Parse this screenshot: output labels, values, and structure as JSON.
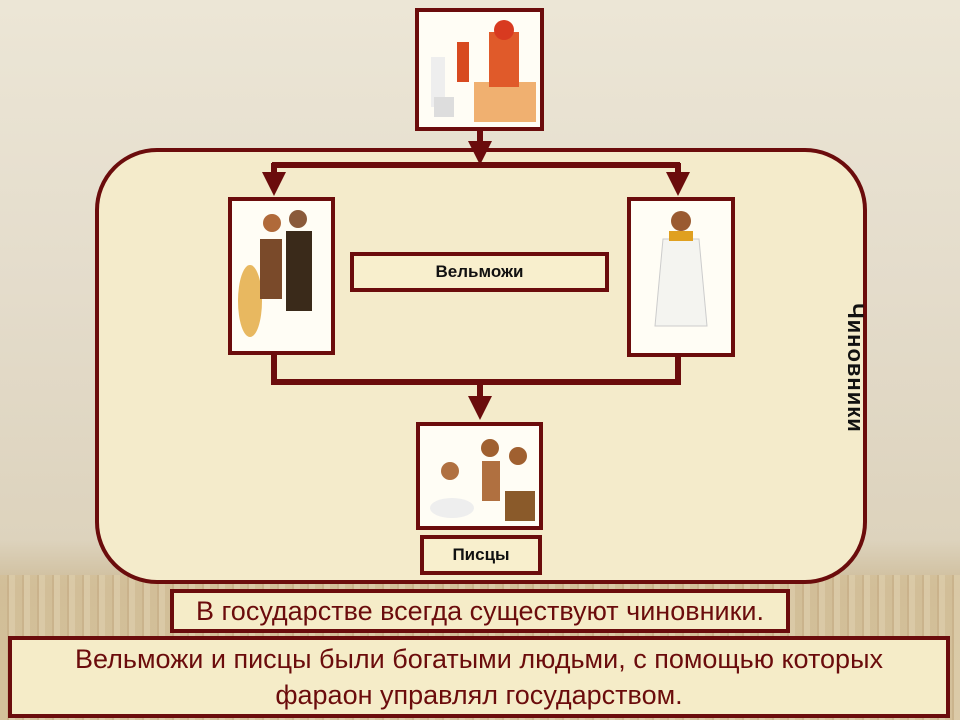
{
  "diagram": {
    "top_image": "pharaoh-on-throne",
    "left_image": "warriors",
    "right_image": "noble",
    "bottom_image": "scribes",
    "nobles_label": "Вельможи",
    "scribes_label": "Писцы",
    "officials_label": "Чиновники"
  },
  "caption": {
    "text": "Вельможи и писцы были богатыми людьми, с помощью которых фараон управлял государством.",
    "overlay": "В государстве всегда существуют чиновники."
  },
  "colors": {
    "accent": "#6b0c0c",
    "panel": "#f4ebcb"
  }
}
